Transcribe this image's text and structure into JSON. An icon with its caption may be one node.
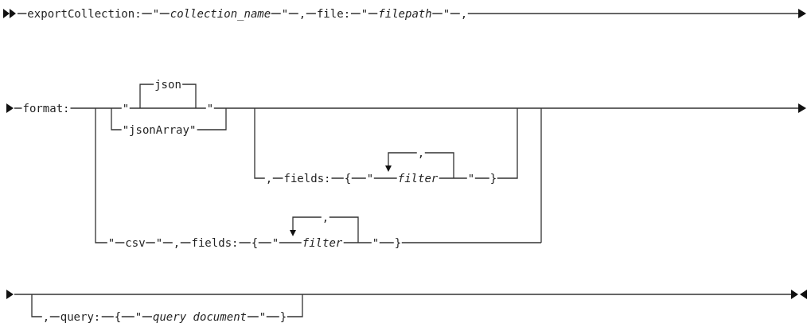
{
  "diagram": {
    "labels": [
      "exportCollection:",
      "\"",
      "collection_name",
      "\"",
      ",",
      "file:",
      "\"",
      "filepath",
      "\"",
      ",",
      "format:",
      "\"",
      "json",
      "\"",
      "\"jsonArray\"",
      ",",
      "fields:",
      "{",
      "\"",
      ",",
      "filter",
      "\"",
      "}",
      "\"",
      "csv",
      "\"",
      ",",
      "fields:",
      "{",
      "\"",
      ",",
      "filter",
      "\"",
      "}",
      ",",
      "query:",
      "{",
      "\"",
      "query document",
      "\"",
      "}"
    ]
  }
}
